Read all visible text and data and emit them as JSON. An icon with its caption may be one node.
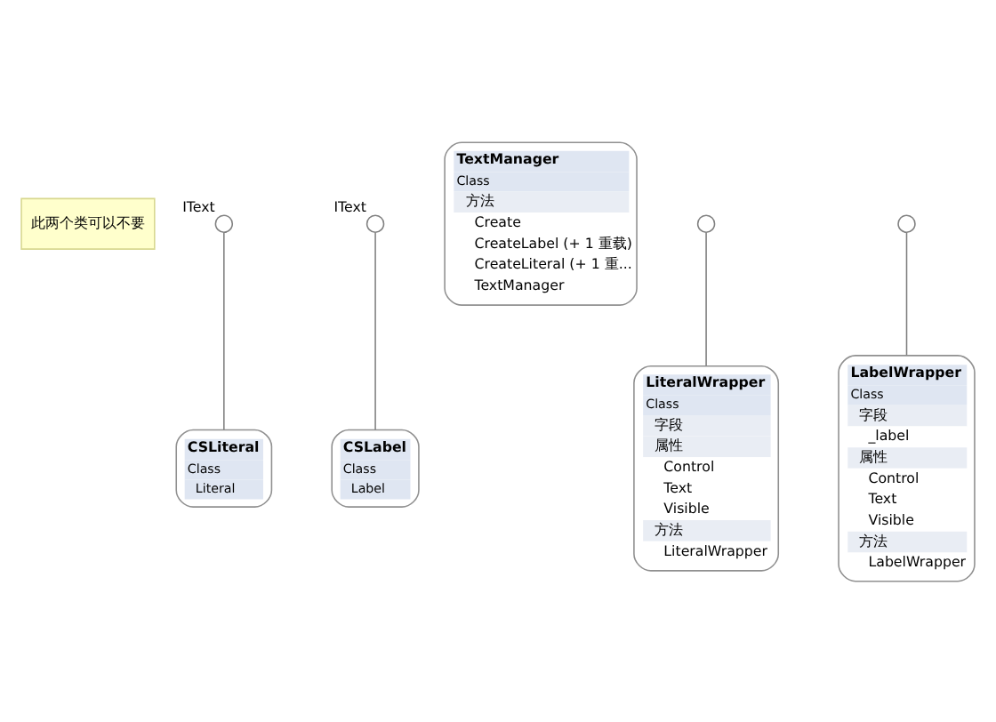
{
  "diagram": {
    "nodes": [
      {
        "text": [
          "此两个类可以不要"
        ]
      },
      {
        "text": [],
        "shape": "circle",
        "beside": [
          "IText"
        ]
      },
      {
        "text": [],
        "shape": "circle",
        "beside": [
          "IText"
        ]
      },
      {
        "text": [
          "CSLiteral",
          "Class",
          "Literal"
        ]
      },
      {
        "text": [
          "CSLabel",
          "Class",
          "Label"
        ]
      },
      {
        "text": [
          "TextManager",
          "Class",
          "方法",
          "Create",
          "CreateLabel (+ 1 重载)",
          "CreateLiteral (+ 1 重...",
          "TextManager"
        ]
      },
      {
        "text": [],
        "shape": "circle"
      },
      {
        "text": [],
        "shape": "circle"
      },
      {
        "text": [
          "LiteralWrapper",
          "Class",
          "字段",
          "属性",
          "Control",
          "Text",
          "Visible",
          "方法",
          "LiteralWrapper"
        ]
      },
      {
        "text": [
          "LabelWrapper",
          "Class",
          "字段",
          "_label",
          "属性",
          "Control",
          "Text",
          "Visible",
          "方法",
          "LabelWrapper"
        ]
      }
    ],
    "edges": [
      {
        "from": 1,
        "to": 3,
        "arrow": "none"
      },
      {
        "from": 2,
        "to": 4,
        "arrow": "none"
      },
      {
        "from": 6,
        "to": 8,
        "arrow": "none"
      },
      {
        "from": 7,
        "to": 9,
        "arrow": "none"
      }
    ]
  }
}
